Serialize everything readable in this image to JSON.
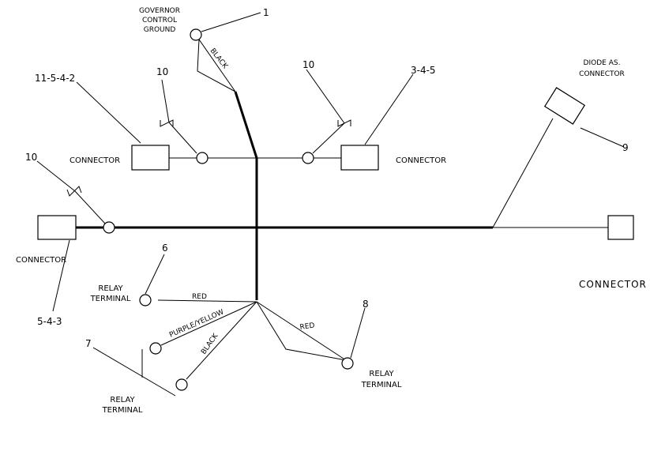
{
  "callouts": {
    "c1": "1",
    "c_top_left": "11-5-4-2",
    "c10_a": "10",
    "c10_b": "10",
    "c10_c": "10",
    "c_top_right": "3-4-5",
    "c9": "9",
    "c6": "6",
    "c7": "7",
    "c8": "8",
    "c_left": "5-4-3"
  },
  "labels": {
    "governor_line1": "GOVERNOR",
    "governor_line2": "CONTROL",
    "governor_line3": "GROUND",
    "diode_line1": "DIODE AS.",
    "diode_line2": "CONNECTOR",
    "connector_upper_left": "CONNECTOR",
    "connector_upper_right": "CONNECTOR",
    "connector_left": "CONNECTOR",
    "connector_right": "CONNECTOR",
    "relay6_line1": "RELAY",
    "relay6_line2": "TERMINAL",
    "relay7_line1": "RELAY",
    "relay7_line2": "TERMINAL",
    "relay8_line1": "RELAY",
    "relay8_line2": "TERMINAL"
  },
  "wire_labels": {
    "black_top": "BLACK",
    "red_left": "RED",
    "purple_yellow": "PURPLE/YELLOW",
    "black_bottom": "BLACK",
    "red_right": "RED"
  }
}
